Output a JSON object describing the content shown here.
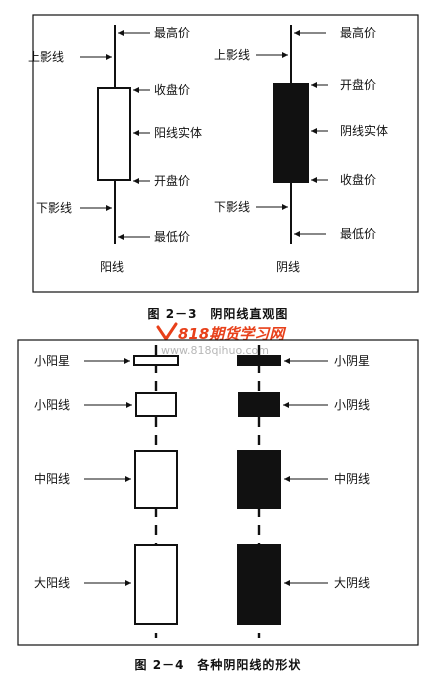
{
  "figure1": {
    "left": {
      "type_label": "阳线",
      "labels": {
        "high": "最高价",
        "upper_shadow": "上影线",
        "close": "收盘价",
        "body": "阳线实体",
        "open": "开盘价",
        "lower_shadow": "下影线",
        "low": "最低价"
      }
    },
    "right": {
      "type_label": "阴线",
      "labels": {
        "high": "最高价",
        "upper_shadow": "上影线",
        "open": "开盘价",
        "body": "阴线实体",
        "close": "收盘价",
        "lower_shadow": "下影线",
        "low": "最低价"
      }
    },
    "caption": "图 2－3　阴阳线直观图"
  },
  "watermark": {
    "brand": "818期货学习网",
    "url": "www.818qihuo.com"
  },
  "figure2": {
    "rows": [
      {
        "left": "小阳星",
        "right": "小阴星"
      },
      {
        "left": "小阳线",
        "right": "小阴线"
      },
      {
        "left": "中阳线",
        "right": "中阴线"
      },
      {
        "left": "大阳线",
        "right": "大阴线"
      }
    ],
    "caption": "图 2－4　各种阴阳线的形状"
  },
  "colors": {
    "ink": "#111111",
    "watermark_brand": "#e8401a",
    "watermark_url": "#b7b7b7"
  }
}
